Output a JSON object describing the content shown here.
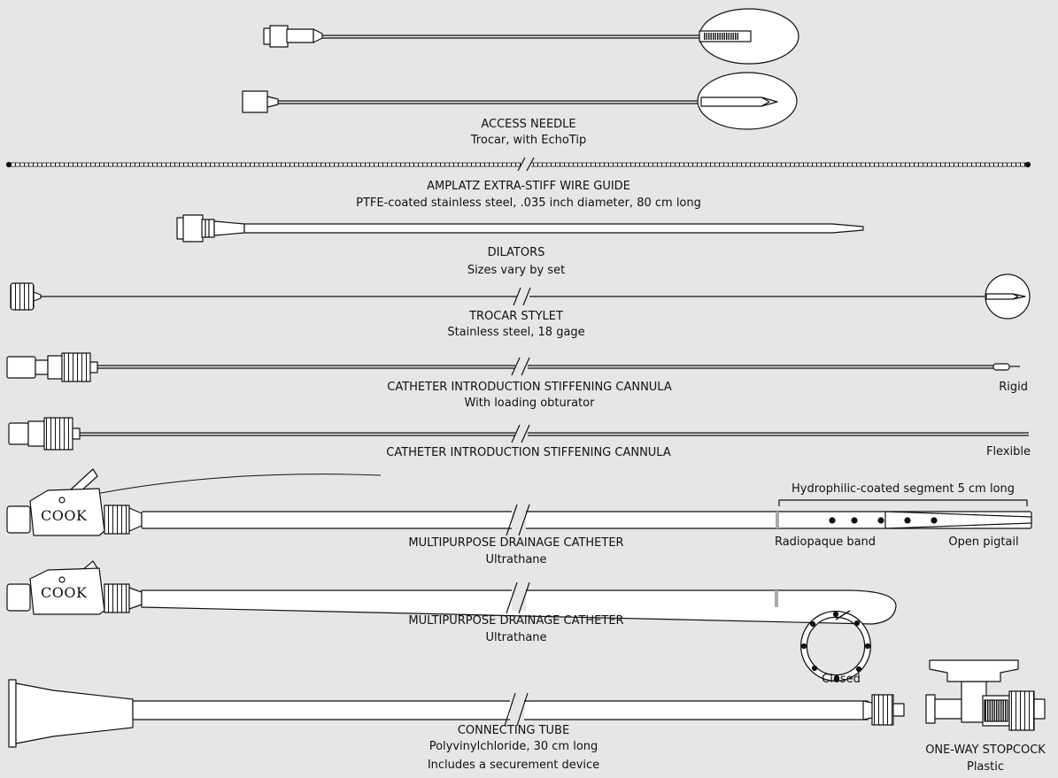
{
  "components": [
    {
      "id": "access_needle",
      "title": "ACCESS NEEDLE",
      "subtitle": "Trocar, with EchoTip"
    },
    {
      "id": "wire_guide",
      "title": "AMPLATZ EXTRA-STIFF WIRE GUIDE",
      "subtitle": "PTFE-coated stainless steel, .035 inch diameter, 80 cm long"
    },
    {
      "id": "dilators",
      "title": "DILATORS",
      "subtitle": "Sizes vary by set"
    },
    {
      "id": "trocar_stylet",
      "title": "TROCAR STYLET",
      "subtitle": "Stainless steel, 18 gage"
    },
    {
      "id": "rigid_cannula",
      "title": "CATHETER INTRODUCTION STIFFENING CANNULA",
      "subtitle": "With loading obturator",
      "tag": "Rigid"
    },
    {
      "id": "flexible_cannula",
      "title": "CATHETER INTRODUCTION STIFFENING CANNULA",
      "tag": "Flexible"
    },
    {
      "id": "catheter_open",
      "title": "MULTIPURPOSE DRAINAGE CATHETER",
      "subtitle": "Ultrathane",
      "brand": "COOK",
      "callouts": {
        "segment": "Hydrophilic-coated segment 5 cm long",
        "band": "Radiopaque band",
        "tip": "Open pigtail"
      }
    },
    {
      "id": "catheter_closed",
      "title": "MULTIPURPOSE DRAINAGE CATHETER",
      "subtitle": "Ultrathane",
      "brand": "COOK",
      "tag": "Closed"
    },
    {
      "id": "connecting_tube",
      "title": "CONNECTING TUBE",
      "subtitle": "Polyvinylchloride, 30 cm long",
      "note": "Includes a securement device"
    },
    {
      "id": "stopcock",
      "title": "ONE-WAY STOPCOCK",
      "subtitle": "Plastic"
    }
  ],
  "colors": {
    "background": "#e6e6e6",
    "stroke": "#111111",
    "band": "#aaaaaa"
  }
}
